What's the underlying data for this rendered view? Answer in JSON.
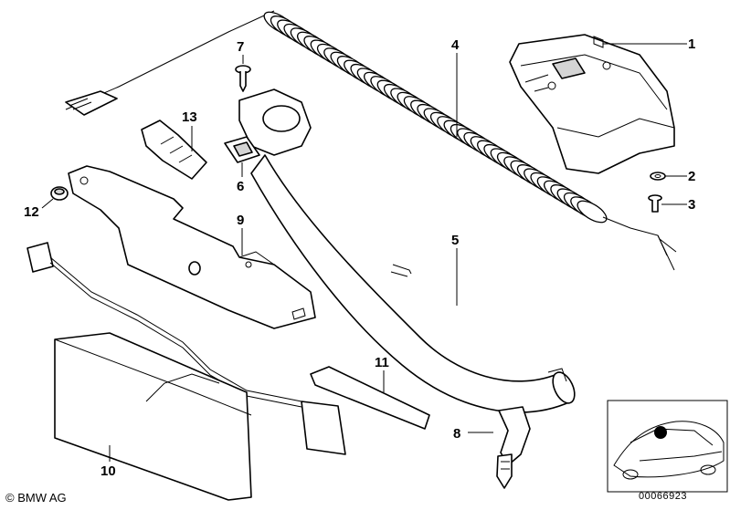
{
  "parts": [
    {
      "num": "1"
    },
    {
      "num": "2"
    },
    {
      "num": "3"
    },
    {
      "num": "4"
    },
    {
      "num": "5"
    },
    {
      "num": "6"
    },
    {
      "num": "7"
    },
    {
      "num": "8"
    },
    {
      "num": "9"
    },
    {
      "num": "10"
    },
    {
      "num": "11"
    },
    {
      "num": "12"
    },
    {
      "num": "13"
    }
  ],
  "footer": {
    "copyright": "© BMW AG",
    "diagram_code": "00066923"
  }
}
